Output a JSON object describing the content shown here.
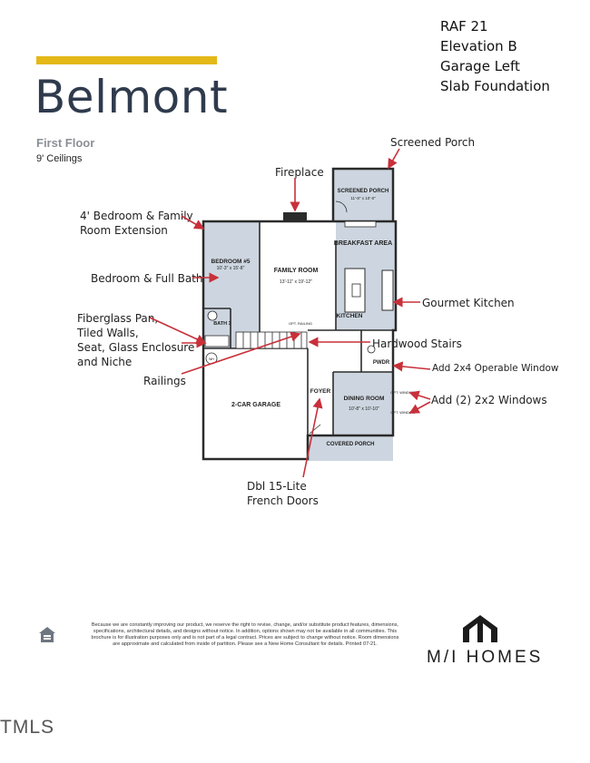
{
  "header": {
    "title": "Belmont",
    "floor_label": "First Floor",
    "ceiling_label": "9' Ceilings",
    "accent_color": "#e4b817",
    "title_color": "#2f3b4d"
  },
  "plan_info": [
    "RAF 21",
    "Elevation B",
    "Garage Left",
    "Slab Foundation"
  ],
  "callouts": {
    "screened_porch": "Screened Porch",
    "fireplace": "Fireplace",
    "bedroom_extension_1": "4' Bedroom & Family",
    "bedroom_extension_2": "Room Extension",
    "bedroom_full_bath": "Bedroom & Full Bath",
    "fiberglass_1": "Fiberglass Pan,",
    "fiberglass_2": "Tiled Walls,",
    "fiberglass_3": "Seat, Glass Enclosure",
    "fiberglass_4": "and Niche",
    "gourmet_kitchen": "Gourmet Kitchen",
    "hardwood_stairs": "Hardwood Stairs",
    "operable_window": "Add 2x4 Operable Window",
    "windows_2x2": "Add (2) 2x2 Windows",
    "railings": "Railings",
    "french_doors_1": "Dbl 15-Lite",
    "french_doors_2": "French Doors",
    "arrow_color": "#c8303a"
  },
  "rooms": {
    "screened_porch": "SCREENED PORCH",
    "screened_porch_dim": "11'-8\" x 10'-0\"",
    "breakfast": "BREAKFAST AREA",
    "bedroom5": "BEDROOM #5",
    "bedroom5_dim": "10'-3\" x 15'-8\"",
    "family": "FAMILY ROOM",
    "family_dim": "13'-11\" x 19'-12\"",
    "kitchen": "KITCHEN",
    "bath": "BATH 3",
    "pwdr": "PWDR",
    "foyer": "FOYER",
    "dining": "DINING ROOM",
    "dining_dim": "10'-8\" x 10'-10\"",
    "garage": "2-CAR GARAGE",
    "covered_porch": "COVERED PORCH",
    "opt_railing": "OPT. RAILING",
    "opt_window": "OPT. WINDOW",
    "wh": "WH"
  },
  "footer": {
    "disclaimer": "Because we are constantly improving our product, we reserve the right to revise, change, and/or substitute product features, dimensions, specifications, architectural details, and designs without notice. In addition, options shown may not be available in all communities. This brochure is for illustration purposes only and is not part of a legal contract. Prices are subject to change without notice. Room dimensions are approximate and calculated from inside of partition. Please see a New Home Consultant for details. Printed 07-21.",
    "brand": "M/I HOMES",
    "mls_mark": "TMLS",
    "equal_housing_icon": "equal-housing-icon"
  }
}
